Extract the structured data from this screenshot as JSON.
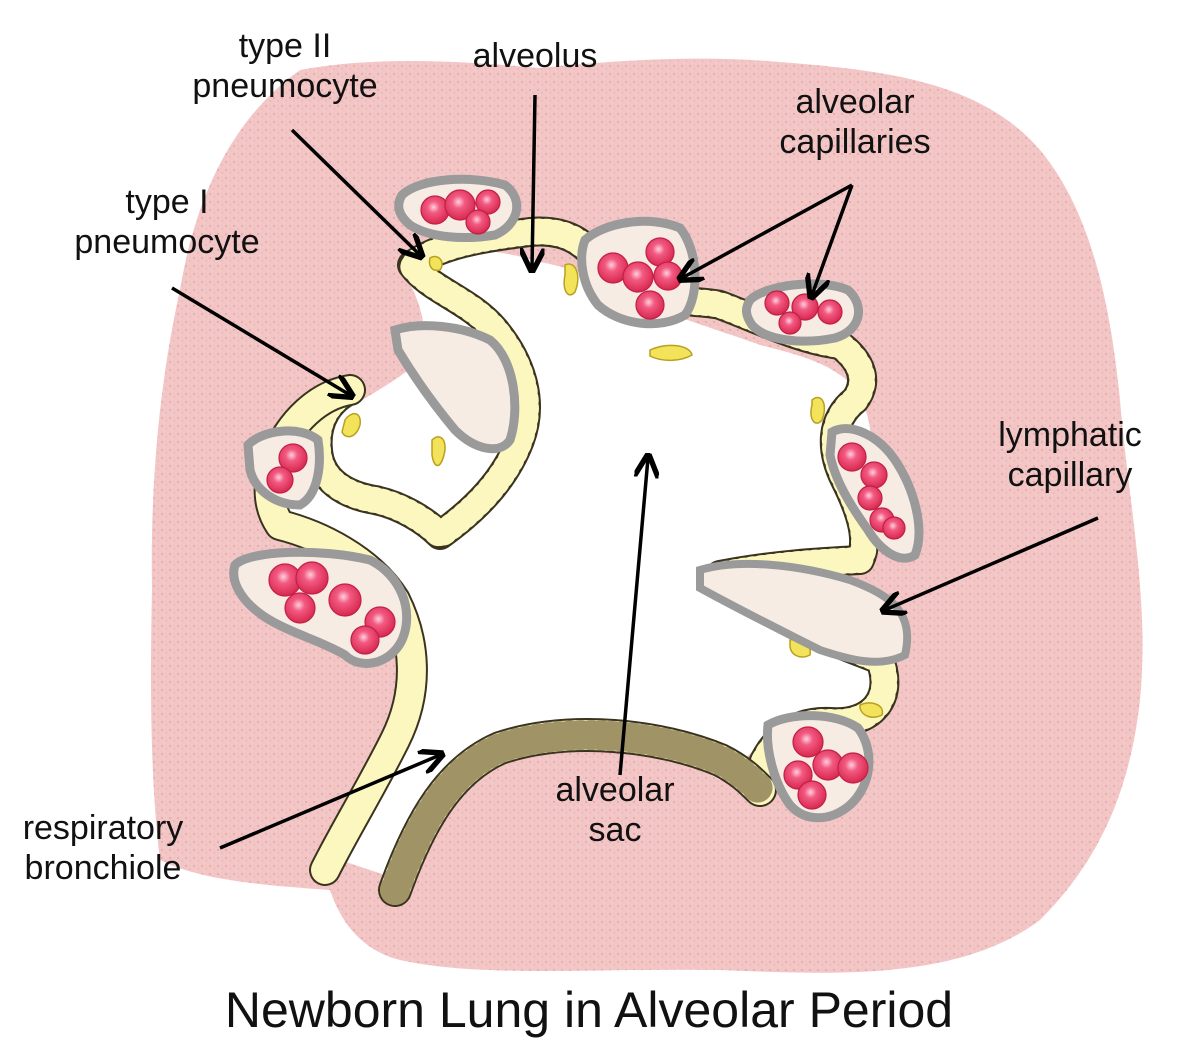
{
  "title": "Newborn Lung in Alveolar Period",
  "labels": {
    "type_ii": {
      "line1": "type II",
      "line2": "pneumocyte"
    },
    "alveolus": "alveolus",
    "alveolar_capillaries": {
      "line1": "alveolar",
      "line2": "capillaries"
    },
    "type_i": {
      "line1": "type I",
      "line2": "pneumocyte"
    },
    "lymphatic_capillary": {
      "line1": "lymphatic",
      "line2": "capillary"
    },
    "alveolar_sac": {
      "line1": "alveolar",
      "line2": "sac"
    },
    "respiratory_bronchiole": {
      "line1": "respiratory",
      "line2": "bronchiole"
    }
  },
  "colors": {
    "tissue": "#f2c4c4",
    "epithelium": "#fbf7bf",
    "epithelium_outline": "#3a3320",
    "capillary_wall": "#9a9a9a",
    "capillary_lumen": "#f6ece4",
    "red_cell": "#e8456f",
    "type_ii_cell": "#f2e35a",
    "arrow": "#000000"
  }
}
